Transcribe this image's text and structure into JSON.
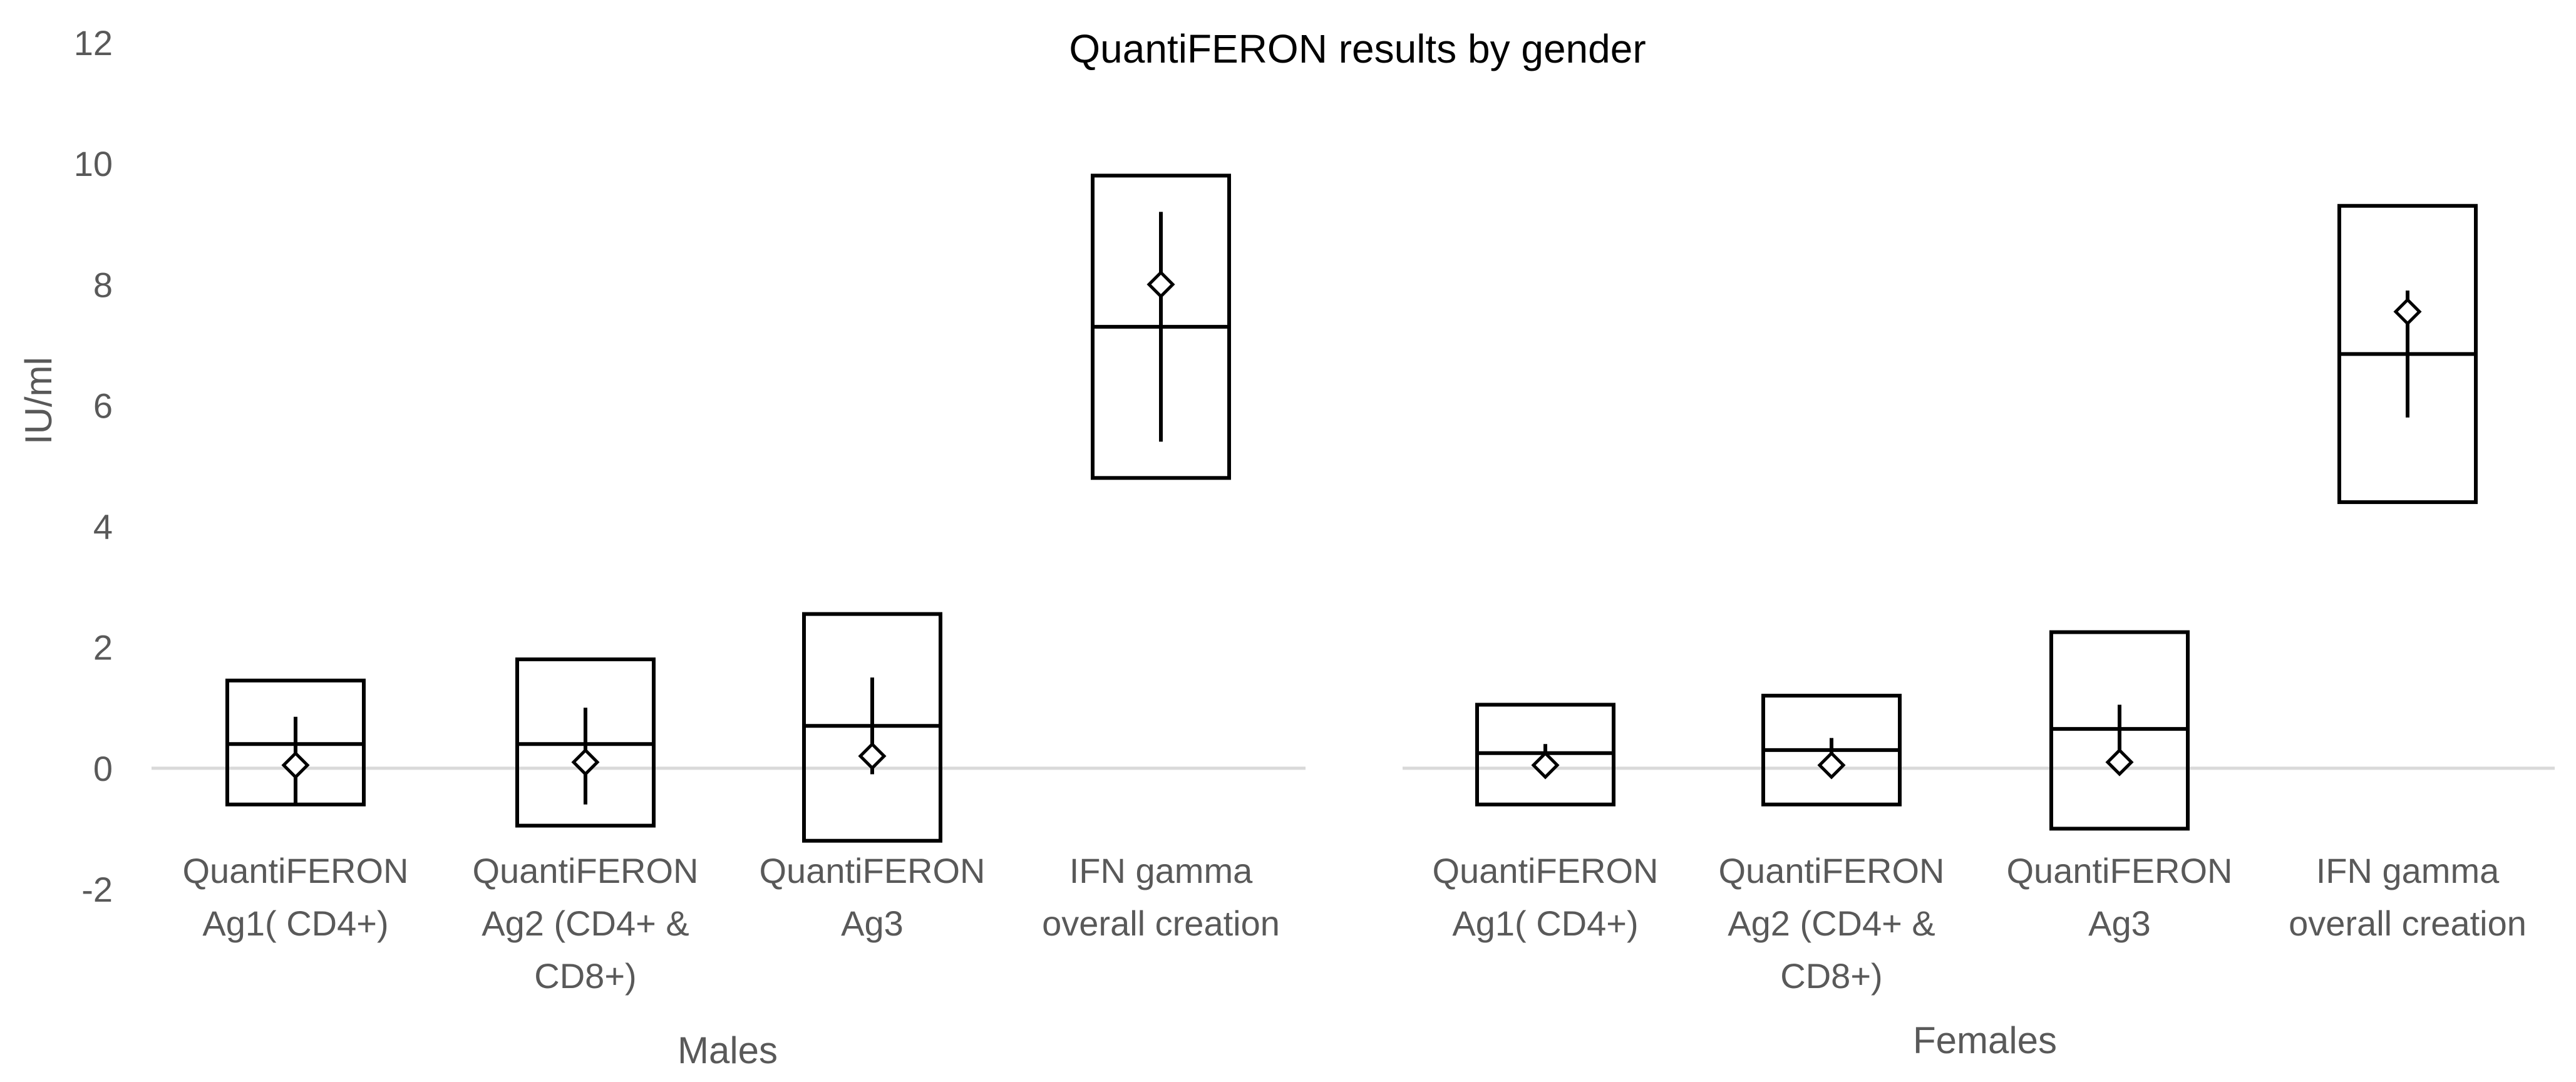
{
  "chart_data": {
    "type": "boxplot",
    "title": "QuantiFERON results by gender",
    "ylabel": "IU/ml",
    "ylim": [
      -2,
      12
    ],
    "yticks": [
      -2,
      0,
      2,
      4,
      6,
      8,
      10,
      12
    ],
    "grid": false,
    "legend": "none",
    "colors": {
      "box": "#000000",
      "zero_line": "#d9d9d9",
      "text": "#595959",
      "title": "#000000"
    },
    "groups": [
      {
        "name": "Males",
        "categories": [
          {
            "label_lines": [
              "QuantiFERON",
              "Ag1( CD4+)"
            ],
            "box_low": -0.6,
            "box_high": 1.45,
            "median": 0.4,
            "mean": 0.05,
            "whisker_low": -0.6,
            "whisker_high": 0.85
          },
          {
            "label_lines": [
              "QuantiFERON",
              "Ag2 (CD4+ &",
              "CD8+)"
            ],
            "box_low": -0.95,
            "box_high": 1.8,
            "median": 0.4,
            "mean": 0.1,
            "whisker_low": -0.6,
            "whisker_high": 1.0
          },
          {
            "label_lines": [
              "QuantiFERON",
              "Ag3"
            ],
            "box_low": -1.2,
            "box_high": 2.55,
            "median": 0.7,
            "mean": 0.2,
            "whisker_low": -0.1,
            "whisker_high": 1.5
          },
          {
            "label_lines": [
              "IFN gamma",
              "overall creation"
            ],
            "box_low": 4.8,
            "box_high": 9.8,
            "median": 7.3,
            "mean": 8.0,
            "whisker_low": 5.4,
            "whisker_high": 9.2
          }
        ]
      },
      {
        "name": "Females",
        "categories": [
          {
            "label_lines": [
              "QuantiFERON",
              "Ag1( CD4+)"
            ],
            "box_low": -0.6,
            "box_high": 1.05,
            "median": 0.25,
            "mean": 0.05,
            "whisker_low": -0.1,
            "whisker_high": 0.4
          },
          {
            "label_lines": [
              "QuantiFERON",
              "Ag2 (CD4+ &",
              "CD8+)"
            ],
            "box_low": -0.6,
            "box_high": 1.2,
            "median": 0.3,
            "mean": 0.05,
            "whisker_low": -0.1,
            "whisker_high": 0.5
          },
          {
            "label_lines": [
              "QuantiFERON",
              "Ag3"
            ],
            "box_low": -1.0,
            "box_high": 2.25,
            "median": 0.65,
            "mean": 0.1,
            "whisker_low": -0.05,
            "whisker_high": 1.05
          },
          {
            "label_lines": [
              "IFN gamma",
              "overall creation"
            ],
            "box_low": 4.4,
            "box_high": 9.3,
            "median": 6.85,
            "mean": 7.55,
            "whisker_low": 5.8,
            "whisker_high": 7.9
          }
        ]
      }
    ]
  }
}
